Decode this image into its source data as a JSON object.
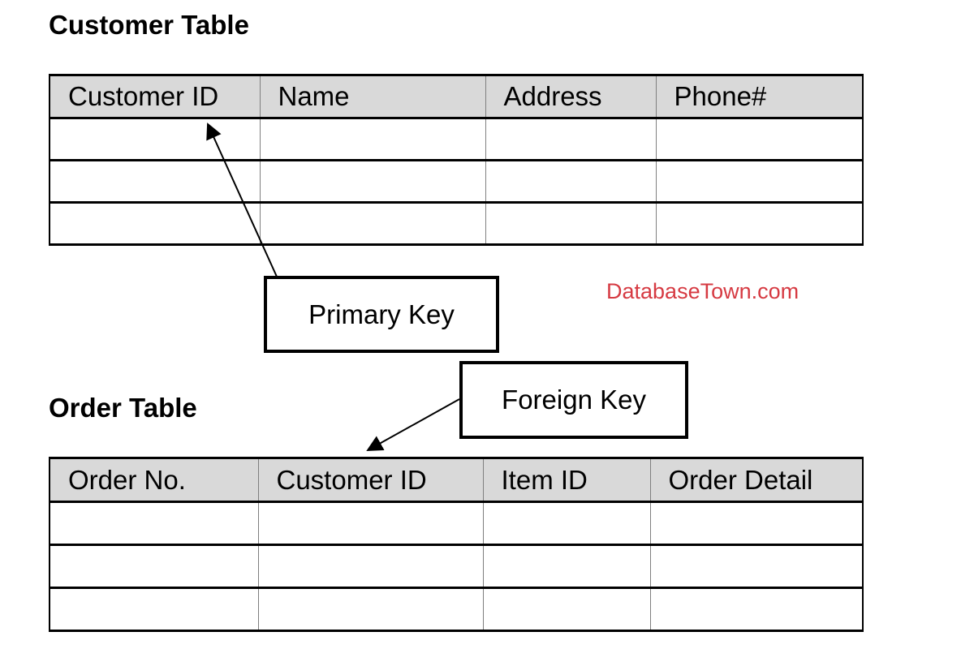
{
  "colors": {
    "header_bg": "#d9d9d9",
    "grid_vertical": "#7f7f7f",
    "rule_black": "#000000",
    "watermark_red": "#d63a42"
  },
  "customer_table": {
    "title": "Customer Table",
    "columns": [
      "Customer ID",
      "Name",
      "Address",
      "Phone#"
    ],
    "empty_rows": 3
  },
  "order_table": {
    "title": "Order Table",
    "columns": [
      "Order No.",
      "Customer ID",
      "Item ID",
      "Order Detail"
    ],
    "empty_rows": 3
  },
  "annotations": {
    "primary_key_label": "Primary Key",
    "foreign_key_label": "Foreign Key",
    "watermark": "DatabaseTown.com"
  }
}
